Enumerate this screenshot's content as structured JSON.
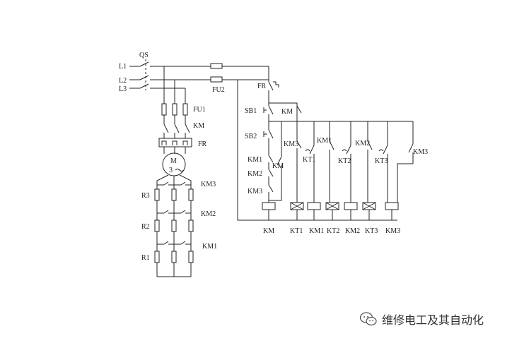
{
  "colors": {
    "line": "#222222",
    "background": "#ffffff",
    "watermark_text": "#333333"
  },
  "icons": {
    "watermark_logo": "wechat-icon"
  },
  "labels": {
    "l1": "L1",
    "l2": "L2",
    "l3": "L3",
    "qs": "QS",
    "fu1": "FU1",
    "fu2": "FU2",
    "km_main": "KM",
    "fr_main": "FR",
    "motor_m": "M",
    "motor_3": "3",
    "r3": "R3",
    "r2": "R2",
    "r1": "R1",
    "km3_res": "KM3",
    "km2_res": "KM2",
    "km1_res": "KM1",
    "fr_ctrl": "FR",
    "sb1": "SB1",
    "sb2": "SB2",
    "km_hold": "KM",
    "km3_nc": "KM3",
    "km1_nc": "KM1",
    "km2_nc": "KM2",
    "km3_nc2": "KM3",
    "km_aux": "KM",
    "kt1": "KT1",
    "km1_c": "KM1",
    "kt2": "KT2",
    "km2_c": "KM2",
    "kt3": "KT3",
    "km3_c": "KM3",
    "coil_km": "KM",
    "coil_kt1": "KT1",
    "coil_km1": "KM1",
    "coil_kt2": "KT2",
    "coil_km2": "KM2",
    "coil_kt3": "KT3",
    "coil_km3": "KM3"
  },
  "watermark": {
    "text": "维修电工及其自动化"
  }
}
